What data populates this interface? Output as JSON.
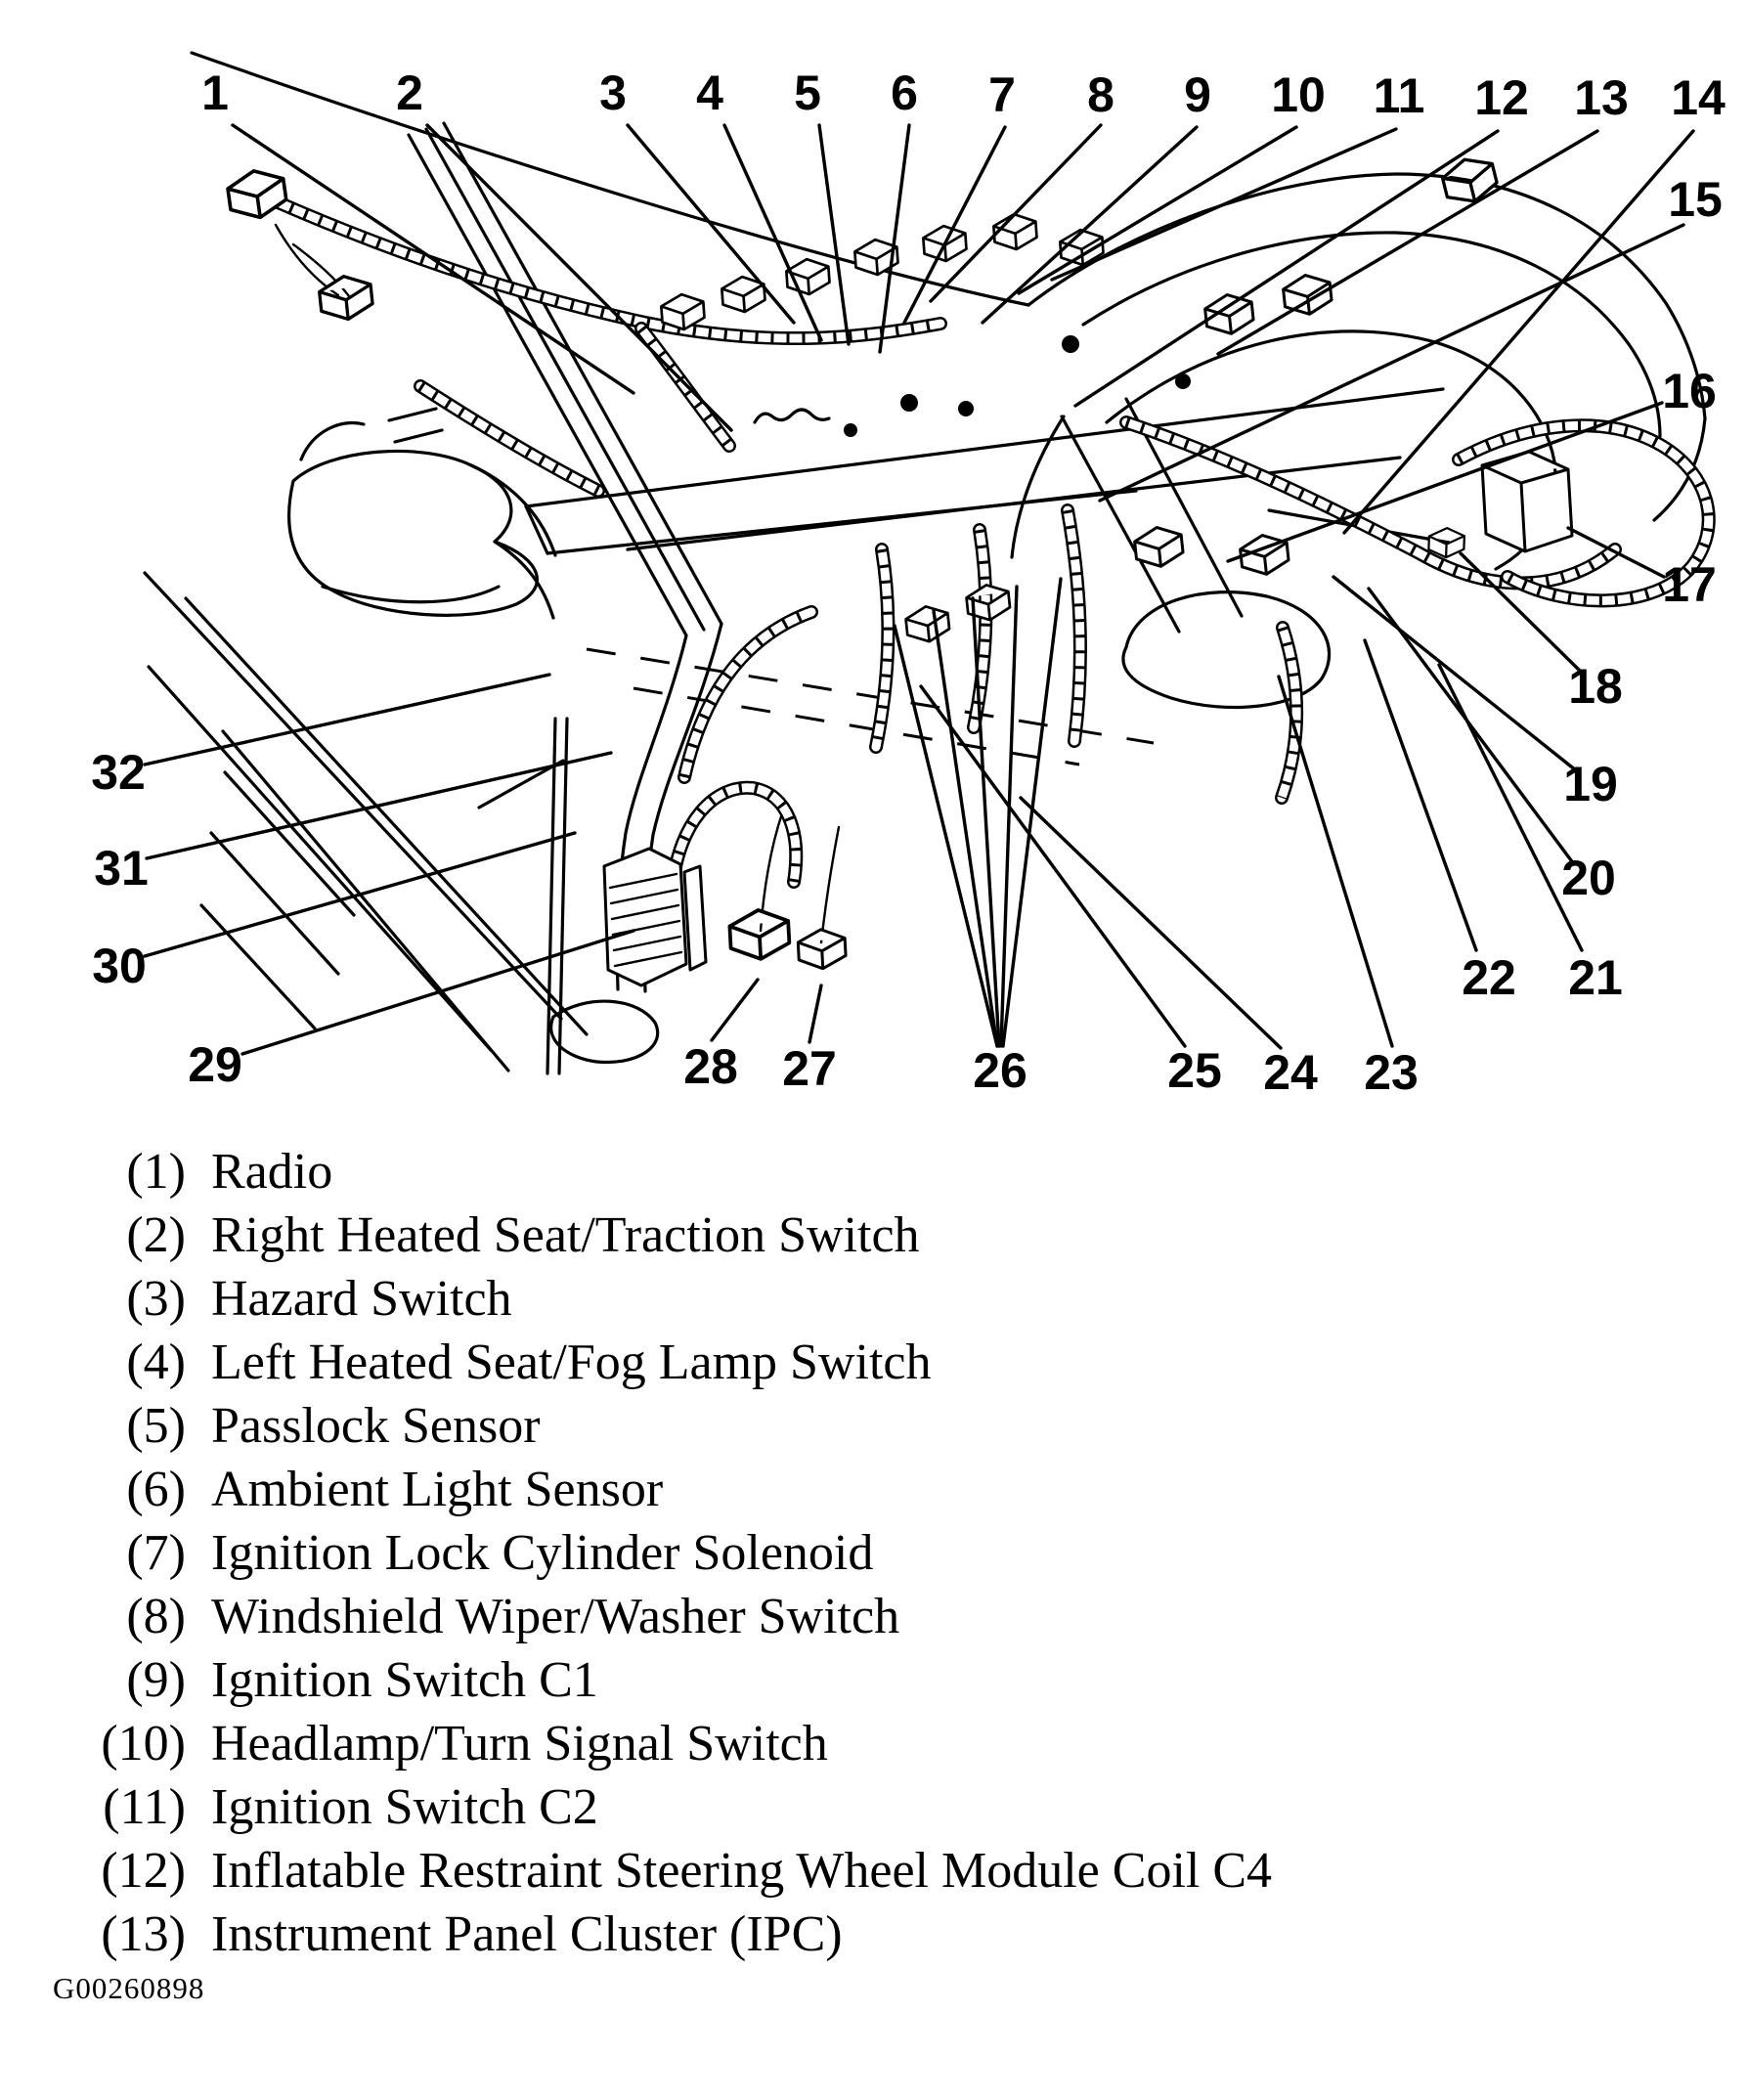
{
  "figure_id": "G00260898",
  "callouts": [
    "1",
    "2",
    "3",
    "4",
    "5",
    "6",
    "7",
    "8",
    "9",
    "10",
    "11",
    "12",
    "13",
    "14",
    "15",
    "16",
    "17",
    "18",
    "19",
    "20",
    "21",
    "22",
    "23",
    "24",
    "25",
    "26",
    "27",
    "28",
    "29",
    "30",
    "31",
    "32"
  ],
  "legend": {
    "items": [
      {
        "num": "(1)",
        "label": "Radio"
      },
      {
        "num": "(2)",
        "label": "Right Heated Seat/Traction Switch"
      },
      {
        "num": "(3)",
        "label": "Hazard Switch"
      },
      {
        "num": "(4)",
        "label": "Left Heated Seat/Fog Lamp Switch"
      },
      {
        "num": "(5)",
        "label": "Passlock Sensor"
      },
      {
        "num": "(6)",
        "label": "Ambient Light Sensor"
      },
      {
        "num": "(7)",
        "label": "Ignition Lock Cylinder Solenoid"
      },
      {
        "num": "(8)",
        "label": "Windshield Wiper/Washer Switch"
      },
      {
        "num": "(9)",
        "label": "Ignition Switch C1"
      },
      {
        "num": "(10)",
        "label": "Headlamp/Turn Signal Switch"
      },
      {
        "num": "(11)",
        "label": "Ignition Switch C2"
      },
      {
        "num": "(12)",
        "label": "Inflatable Restraint Steering Wheel Module Coil C4"
      },
      {
        "num": "(13)",
        "label": "Instrument Panel Cluster (IPC)"
      }
    ]
  },
  "colors": {
    "ink": "#000000",
    "paper": "#ffffff"
  }
}
